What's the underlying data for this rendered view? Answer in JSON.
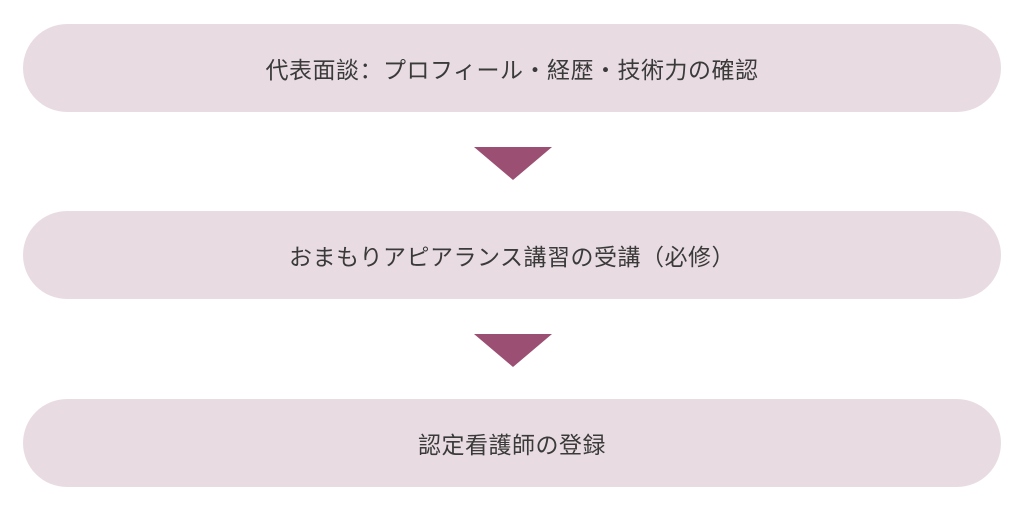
{
  "flow": {
    "steps": [
      {
        "label": "代表面談：プロフィール・経歴・技術力の確認"
      },
      {
        "label": "おまもりアピアランス講習の受講（必修）"
      },
      {
        "label": "認定看護師の登録"
      }
    ],
    "colors": {
      "step_background": "#e8dce2",
      "arrow": "#9b4f73",
      "text": "#3a3a3a"
    },
    "connector_icon": "down-triangle-arrow"
  }
}
